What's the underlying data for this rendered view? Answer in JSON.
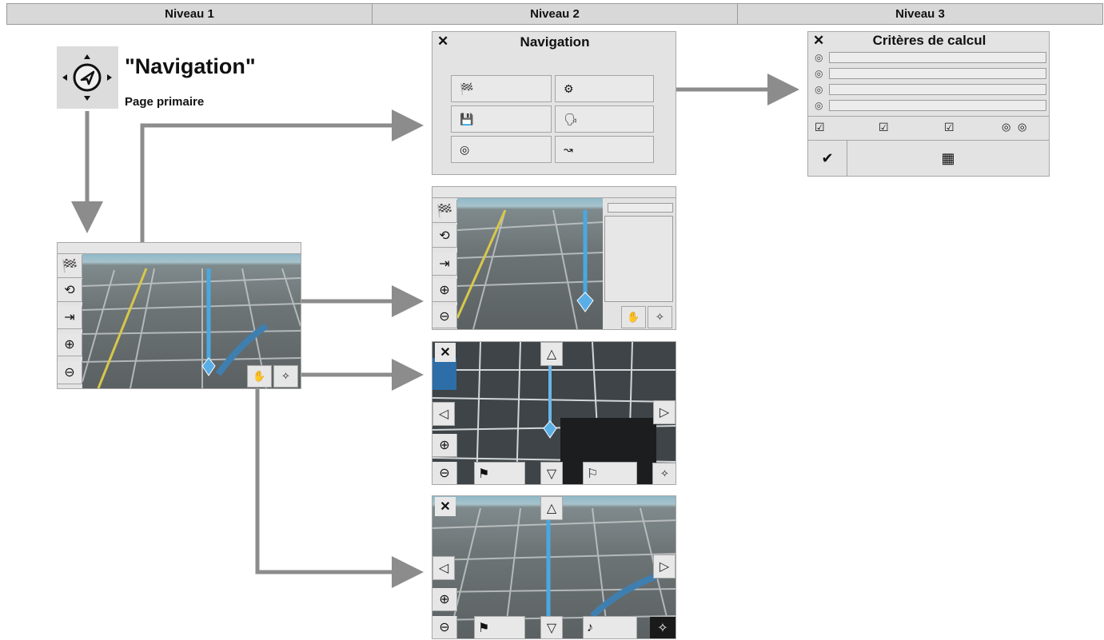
{
  "header": {
    "level1": "Niveau 1",
    "level2": "Niveau 2",
    "level3": "Niveau 3"
  },
  "level1": {
    "title": "\"Navigation\"",
    "subtitle": "Page primaire",
    "nav_icon": "navigation-compass-icon",
    "map_side_buttons": [
      "destination-flag-icon",
      "route-options-icon",
      "exit-icon",
      "zoom-in-icon",
      "zoom-out-icon"
    ],
    "map_bottom_buttons": [
      "pan-hand-icon",
      "compass-icon"
    ]
  },
  "nav_menu": {
    "close": "✕",
    "title": "Navigation",
    "buttons": [
      "destination-flag-icon",
      "route-criteria-icon",
      "save-icon",
      "voice-icon",
      "position-icon",
      "route-icon"
    ]
  },
  "criteria": {
    "close": "✕",
    "title": "Critères de calcul",
    "check_mark": "✔",
    "radio_glyph": "◎",
    "checkbox_glyph": "☑"
  },
  "pan_map": {
    "close": "✕"
  },
  "colors": {
    "header_bg": "#d8d8d8",
    "panel_bg": "#e3e3e3",
    "arrow": "#8c8c8c",
    "route_blue": "#4aa8e0"
  }
}
